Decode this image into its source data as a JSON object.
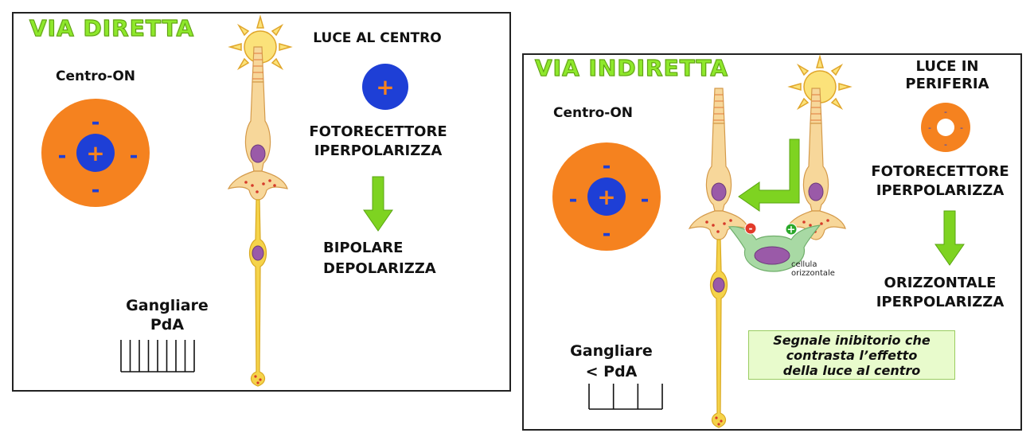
{
  "left": {
    "title": "VIA DIRETTA",
    "rf_label": "Centro-ON",
    "rf_center_sign": "+",
    "rf_surround_sign": "-",
    "stimulus_label": "LUCE AL CENTRO",
    "stimulus_sign": "+",
    "step1_line1": "FOTORECETTORE",
    "step1_line2": "IPERPOLARIZZA",
    "step2_line1": "BIPOLARE",
    "step2_line2": "DEPOLARIZZA",
    "ganglion_line1": "Gangliare",
    "ganglion_line2": "PdA",
    "spike_count": 9
  },
  "right": {
    "title": "VIA INDIRETTA",
    "rf_label": "Centro-ON",
    "rf_center_sign": "+",
    "rf_surround_sign": "-",
    "stimulus_line1": "LUCE IN",
    "stimulus_line2": "PERIFERIA",
    "stimulus_sign": "-",
    "step1_line1": "FOTORECETTORE",
    "step1_line2": "IPERPOLARIZZA",
    "step2_line1": "ORIZZONTALE",
    "step2_line2": "IPERPOLARIZZA",
    "horizontal_cell_line1": "cellula",
    "horizontal_cell_line2": "orizzontale",
    "ganglion_line1": "Gangliare",
    "ganglion_line2": "< PdA",
    "spike_count": 4,
    "note_line1": "Segnale inibitorio che",
    "note_line2": "contrasta l’effetto",
    "note_line3": "della luce al centro",
    "synapse_minus": "-",
    "synapse_plus": "+"
  },
  "colors": {
    "surround_orange": "#f5821f",
    "center_blue": "#1e3fd6",
    "arrow_green": "#7ed321",
    "cell_body": "#f7d79a",
    "nucleus": "#9a5aa8",
    "axon_yellow": "#f5d34a",
    "horizontal_cell": "#a8d9a4",
    "sun": "#fbe27a"
  }
}
